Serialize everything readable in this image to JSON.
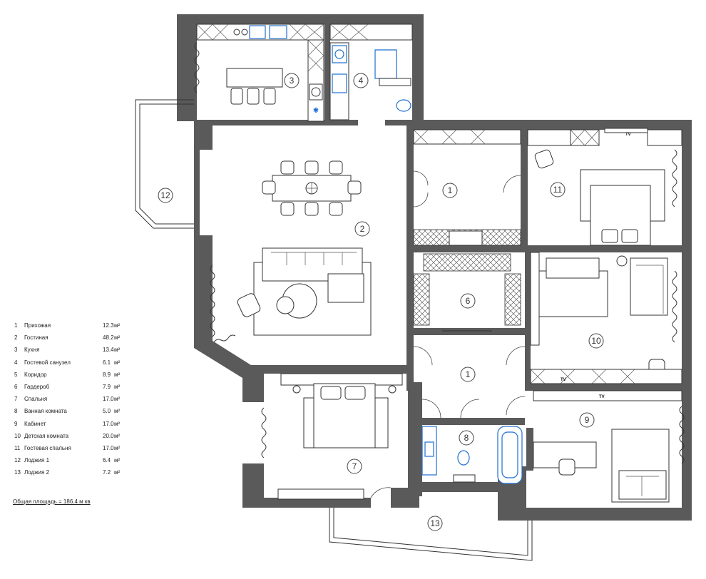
{
  "rooms": [
    {
      "num": "1",
      "name": "Прихожая",
      "area": "12.3",
      "unit": "м²"
    },
    {
      "num": "2",
      "name": "Гостиная",
      "area": "48.2",
      "unit": "м²"
    },
    {
      "num": "3",
      "name": "Кухня",
      "area": "13.4",
      "unit": "м²"
    },
    {
      "num": "4",
      "name": "Гостевой санузел",
      "area": "6.1",
      "unit": "м²"
    },
    {
      "num": "5",
      "name": "Коридор",
      "area": "8.9",
      "unit": "м²"
    },
    {
      "num": "6",
      "name": "Гардероб",
      "area": "7.9",
      "unit": "м²"
    },
    {
      "num": "7",
      "name": "Спальня",
      "area": "17.0",
      "unit": "м²"
    },
    {
      "num": "8",
      "name": "Ванная комната",
      "area": "5.0",
      "unit": "м²"
    },
    {
      "num": "9",
      "name": "Кабинет",
      "area": "17.0",
      "unit": "м²"
    },
    {
      "num": "10",
      "name": "Детская комната",
      "area": "20.0",
      "unit": "м²"
    },
    {
      "num": "11",
      "name": "Гостевая спальня",
      "area": "17.0",
      "unit": "м²"
    },
    {
      "num": "12",
      "name": "Лоджия 1",
      "area": "6.4",
      "unit": "м²"
    },
    {
      "num": "13",
      "name": "Лоджия 2",
      "area": "7.2",
      "unit": "м²"
    }
  ],
  "total": "Общая площадь = 186.4 м кв",
  "labels": {
    "r1a": "1",
    "r1b": "1",
    "r2": "2",
    "r3": "3",
    "r4": "4",
    "r6": "6",
    "r7": "7",
    "r8": "8",
    "r9": "9",
    "r10": "10",
    "r11": "11",
    "r12": "12",
    "r13": "13"
  },
  "tv_marks": [
    "TV",
    "TV",
    "TV"
  ],
  "colors": {
    "wall": "#5a5a5a",
    "plumbing": "#1e6fd0"
  }
}
